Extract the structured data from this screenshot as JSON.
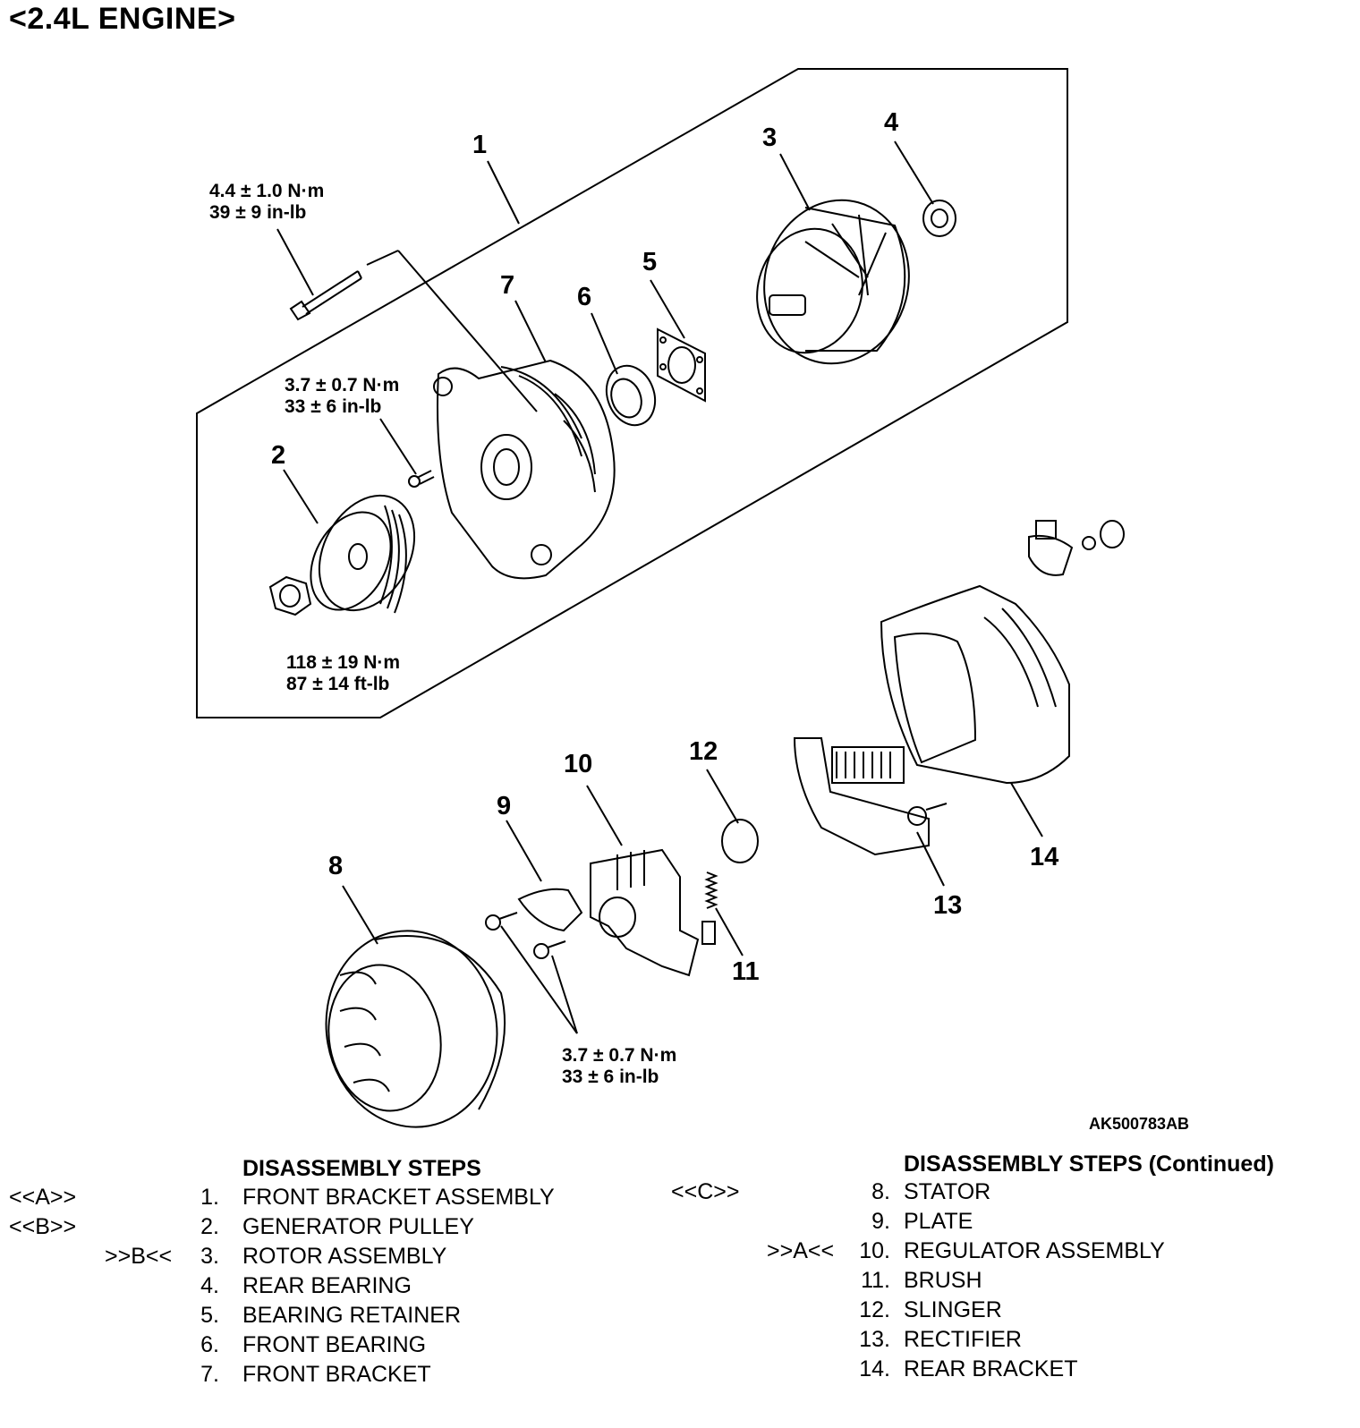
{
  "title": "<2.4L ENGINE>",
  "figure_id": "AK500783AB",
  "callouts": [
    "1",
    "2",
    "3",
    "4",
    "5",
    "6",
    "7",
    "8",
    "9",
    "10",
    "11",
    "12",
    "13",
    "14"
  ],
  "torque_specs": {
    "bolt_long": [
      "4.4 ± 1.0 N·m",
      "39 ± 9 in-lb"
    ],
    "screw_front": [
      "3.7 ± 0.7 N·m",
      "33 ± 6 in-lb"
    ],
    "nut_pulley": [
      "118 ± 19 N·m",
      "87 ± 14 ft-lb"
    ],
    "screws_plate": [
      "3.7 ± 0.7 N·m",
      "33 ± 6 in-lb"
    ]
  },
  "steps_left": {
    "title": "DISASSEMBLY STEPS",
    "items": [
      {
        "mark": "<<A>>",
        "num": "1.",
        "name": "FRONT BRACKET ASSEMBLY"
      },
      {
        "mark": "<<B>>",
        "num": "2.",
        "name": "GENERATOR PULLEY"
      },
      {
        "mark": ">>B<<",
        "num": "3.",
        "name": "ROTOR ASSEMBLY"
      },
      {
        "mark": "",
        "num": "4.",
        "name": "REAR BEARING"
      },
      {
        "mark": "",
        "num": "5.",
        "name": "BEARING RETAINER"
      },
      {
        "mark": "",
        "num": "6.",
        "name": "FRONT BEARING"
      },
      {
        "mark": "",
        "num": "7.",
        "name": "FRONT BRACKET"
      }
    ]
  },
  "steps_right": {
    "title": "DISASSEMBLY STEPS (Continued)",
    "items": [
      {
        "mark": "<<C>>",
        "num": "8.",
        "name": "STATOR"
      },
      {
        "mark": "",
        "num": "9.",
        "name": "PLATE"
      },
      {
        "mark": ">>A<<",
        "num": "10.",
        "name": "REGULATOR ASSEMBLY"
      },
      {
        "mark": "",
        "num": "11.",
        "name": "BRUSH"
      },
      {
        "mark": "",
        "num": "12.",
        "name": "SLINGER"
      },
      {
        "mark": "",
        "num": "13.",
        "name": "RECTIFIER"
      },
      {
        "mark": "",
        "num": "14.",
        "name": "REAR BRACKET"
      }
    ]
  }
}
